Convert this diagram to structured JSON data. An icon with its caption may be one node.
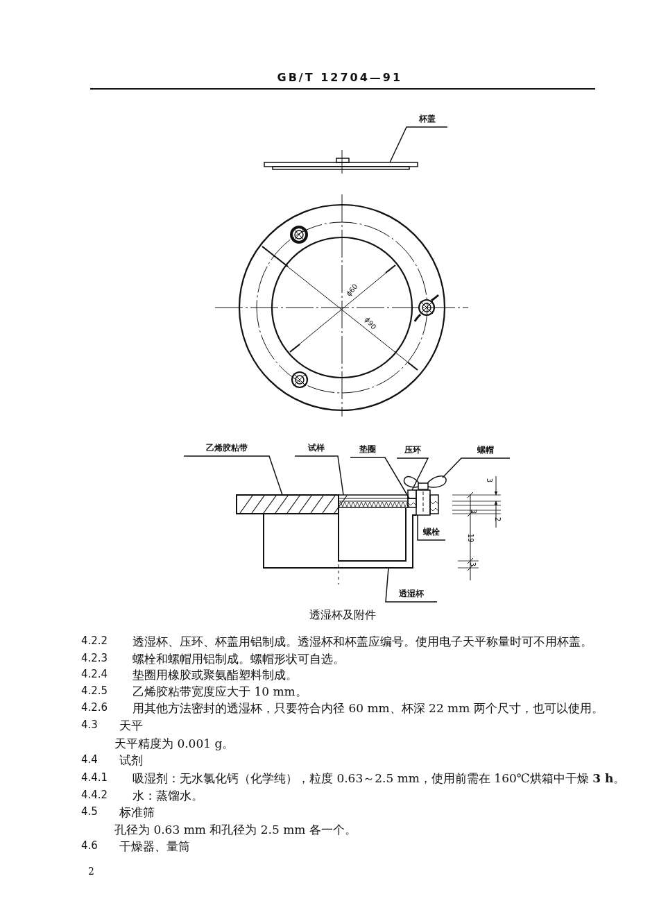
{
  "diagram": {
    "caption": "透湿杯及附件",
    "nodes": [
      {
        "text": [
          "杯盖"
        ]
      },
      {
        "text": [
          "乙烯胶粘带"
        ]
      },
      {
        "text": [
          "试样"
        ]
      },
      {
        "text": [
          "垫圈"
        ]
      },
      {
        "text": [
          "压环"
        ]
      },
      {
        "text": [
          "螺帽"
        ]
      },
      {
        "text": [
          "螺栓"
        ]
      },
      {
        "text": [
          "透湿杯"
        ]
      },
      {
        "text": [],
        "shape": "picture"
      },
      {
        "text": [],
        "shape": "bar"
      },
      {
        "text": [],
        "shape": "bar"
      },
      {
        "text": [],
        "shape": "box"
      },
      {
        "text": [],
        "shape": "box"
      },
      {
        "text": [],
        "shape": "picture"
      },
      {
        "text": [],
        "shape": "box"
      },
      {
        "text": [],
        "shape": "picture"
      }
    ],
    "edges": [
      {
        "from": 0,
        "to": 8,
        "arrow": "none"
      },
      {
        "from": 1,
        "to": 9,
        "arrow": "none"
      },
      {
        "from": 2,
        "to": 10,
        "arrow": "none"
      },
      {
        "from": 3,
        "to": 11,
        "arrow": "none"
      },
      {
        "from": 4,
        "to": 12,
        "arrow": "none"
      },
      {
        "from": 5,
        "to": 13,
        "arrow": "none"
      },
      {
        "from": 6,
        "to": 14,
        "arrow": "none"
      },
      {
        "from": 7,
        "to": 15,
        "arrow": "none"
      }
    ],
    "labels": [
      "GB/T 12704—91",
      "ϕ60",
      "ϕ90",
      "3",
      "3",
      "2",
      "19",
      "3",
      "4.2.2",
      "透湿杯、压环、杯盖用铝制成。透湿杯和杯盖应编号。使用电子天平称量时可不用杯盖。",
      "4.2.3",
      "螺栓和螺帽用铝制成。螺帽形状可自选。",
      "4.2.4",
      "垫圈用橡胶或聚氨酯塑料制成。",
      "4.2.5",
      "乙烯胶粘带宽度应大于 10 mm。",
      "4.2.6",
      "用其他方法密封的透湿杯，只要符合内径 60 mm、杯深 22 mm 两个尺寸，也可以使用。",
      "4.3",
      "天平",
      "天平精度为 0.001 g。",
      "4.4",
      "试剂",
      "4.4.1",
      "吸湿剂：无水氯化钙（化学纯），粒度 0.63～2.5 mm，使用前需在 160℃烘箱中干燥 **3 h**。",
      "4.4.2",
      "水：蒸馏水。",
      "4.5",
      "标准筛",
      "孔径为 0.63 mm 和孔径为 2.5 mm 各一个。",
      "4.6",
      "干燥器、量筒",
      "2"
    ]
  }
}
